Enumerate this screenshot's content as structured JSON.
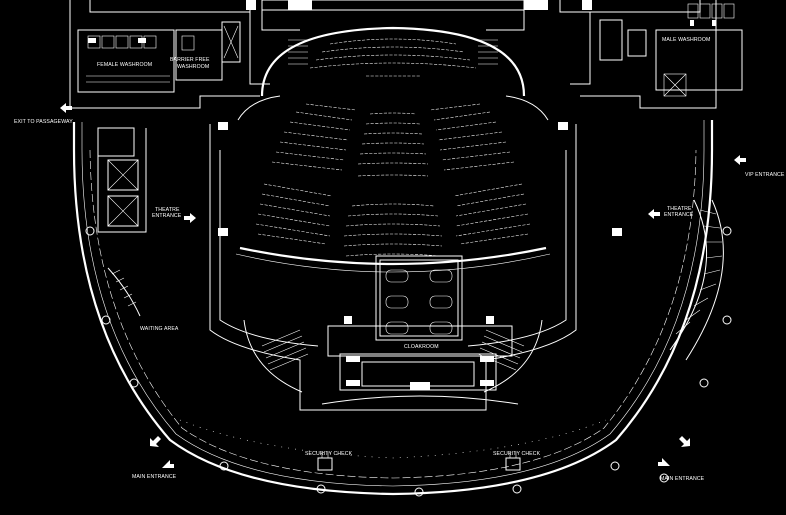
{
  "labels": {
    "female_washroom": "FEMALE WASHROOM",
    "barrier_free_line1": "BARRIER FREE",
    "barrier_free_line2": "WASHROOM",
    "male_washroom": "MALE WASHROOM",
    "exit_passageway": "EXIT TO PASSAGEWAY",
    "vip_entrance": "VIP ENTRANCE",
    "theatre_entrance_left_1": "THEATRE",
    "theatre_entrance_left_2": "ENTRANCE",
    "theatre_entrance_right_1": "THEATRE",
    "theatre_entrance_right_2": "ENTRANCE",
    "waiting_area": "WAITING AREA",
    "cloakroom": "CLOAKROOM",
    "security_check_left": "SECURITY CHECK",
    "security_check_right": "SECURITY CHECK",
    "main_entrance_left": "MAIN ENTRANCE",
    "main_entrance_right": "MAIN ENTRANCE"
  },
  "colors": {
    "background": "#000000",
    "linework": "#ffffff"
  }
}
